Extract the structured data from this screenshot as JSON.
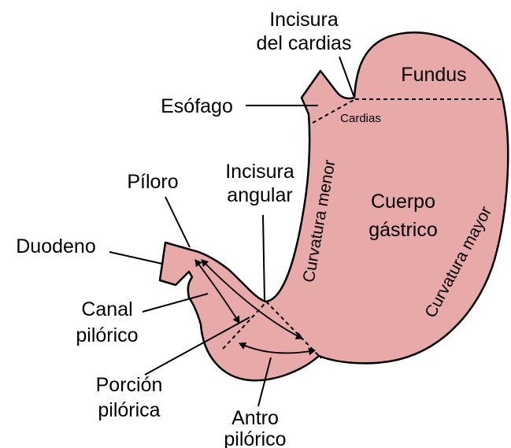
{
  "colors": {
    "stomach_fill": "#e8a9a9",
    "outline": "#000000",
    "text": "#000000"
  },
  "labels": {
    "incisura_cardias_line1": "Incisura",
    "incisura_cardias_line2": "del cardias",
    "fundus": "Fundus",
    "esofago": "Esófago",
    "cardias": "Cardias",
    "piloro": "Píloro",
    "incisura_angular_line1": "Incisura",
    "incisura_angular_line2": "angular",
    "curvatura_menor": "Curvatura menor",
    "cuerpo_line1": "Cuerpo",
    "cuerpo_line2": "gástrico",
    "curvatura_mayor": "Curvatura mayor",
    "duodeno": "Duodeno",
    "canal_line1": "Canal",
    "canal_line2": "pilórico",
    "porcion_line1": "Porción",
    "porcion_line2": "pilórica",
    "antro_line1": "Antro",
    "antro_line2": "pilórico"
  }
}
